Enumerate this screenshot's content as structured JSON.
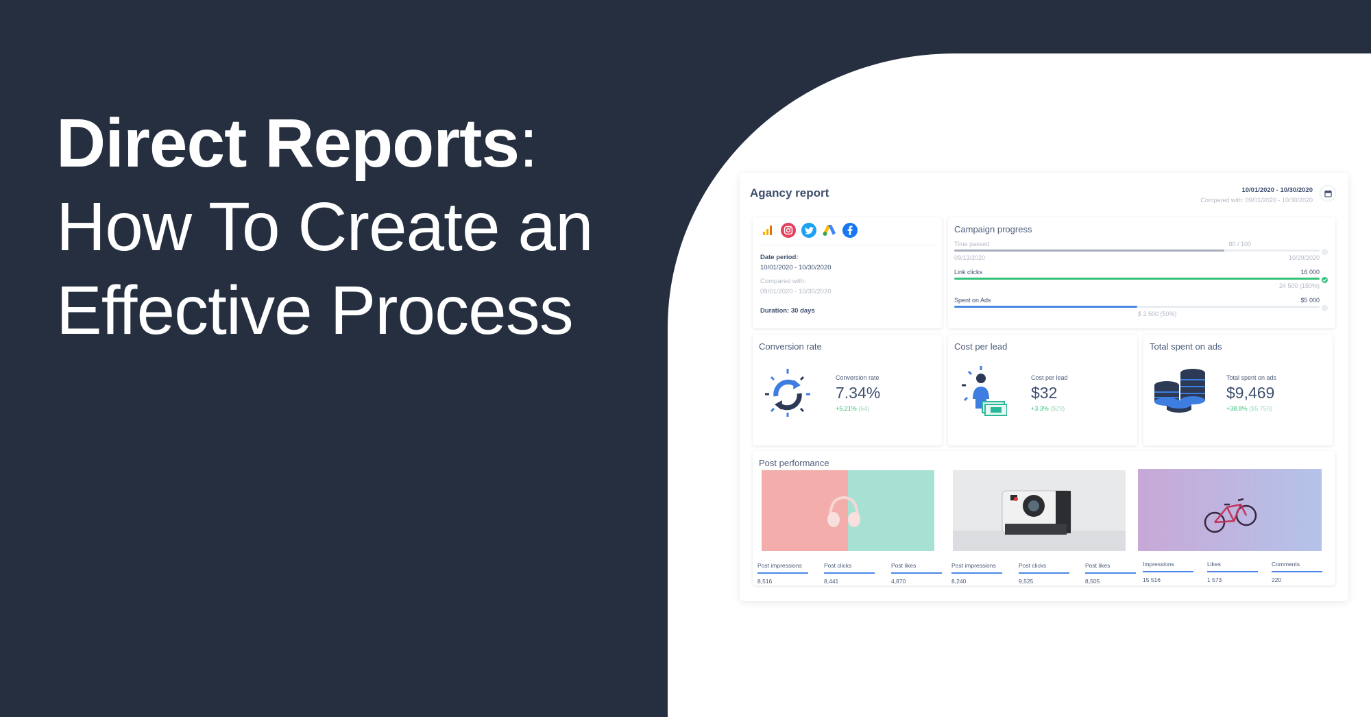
{
  "hero": {
    "title_bold": "Direct Reports",
    "title_colon": ":",
    "line2": "How To Create an",
    "line3": "Effective Process"
  },
  "report": {
    "title": "Agancy report",
    "date_range": "10/01/2020 - 10/30/2020",
    "compared": "Compared with: 09/01/2020 - 10/30/2020",
    "calendar_icon": "calendar-icon"
  },
  "sources": {
    "icons": [
      "google-analytics-icon",
      "instagram-icon",
      "twitter-icon",
      "google-ads-icon",
      "facebook-icon"
    ],
    "date_period_label": "Date period:",
    "date_period_value": "10/01/2020 - 10/30/2020",
    "compared_label": "Compared with:",
    "compared_value": "09/01/2020 - 10/30/2020",
    "duration_label": "Duration:",
    "duration_value": "30 days"
  },
  "campaign": {
    "title": "Campaign progress",
    "time": {
      "label": "Time passed",
      "value": "80 / 100",
      "start": "09/13/2020",
      "end": "10/29/2020",
      "progress": 0.74,
      "color": "#a6adb9"
    },
    "clicks": {
      "label": "Link clicks",
      "value": "16 000",
      "below": "24 500 (150%)",
      "progress": 1.0,
      "color": "#36c07a"
    },
    "spent": {
      "label": "Spent on Ads",
      "value": "$5 000",
      "below": "$ 2 500 (50%)",
      "progress": 0.5,
      "color": "#4a86e8"
    }
  },
  "kpis": {
    "conversion": {
      "title": "Conversion rate",
      "label": "Conversion rate",
      "value": "7.34%",
      "delta": "+5.21%",
      "delta_muted": "(64)"
    },
    "cpl": {
      "title": "Cost per lead",
      "label": "Cost per lead",
      "value": "$32",
      "delta": "+3.3%",
      "delta_muted": "($29)"
    },
    "total": {
      "title": "Total spent on ads",
      "label": "Total spent on ads",
      "value": "$9,469",
      "delta": "+38.8%",
      "delta_muted": "($5,759)"
    }
  },
  "posts": {
    "title": "Post performance",
    "metrics": [
      {
        "label": "Post impressions",
        "value": "8,516"
      },
      {
        "label": "Post clicks",
        "value": "8,441"
      },
      {
        "label": "Post likes",
        "value": "4,870"
      },
      {
        "label": "Post impressions",
        "value": "8,240"
      },
      {
        "label": "Post clicks",
        "value": "9,525"
      },
      {
        "label": "Post likes",
        "value": "8,505"
      },
      {
        "label": "Impressions",
        "value": "15 516"
      },
      {
        "label": "Likes",
        "value": "1 573"
      },
      {
        "label": "Comments",
        "value": "220"
      }
    ]
  },
  "colors": {
    "background": "#252f3f",
    "accent_blue": "#4a86e8",
    "accent_green": "#36c07a",
    "text": "#3d4f6e"
  }
}
